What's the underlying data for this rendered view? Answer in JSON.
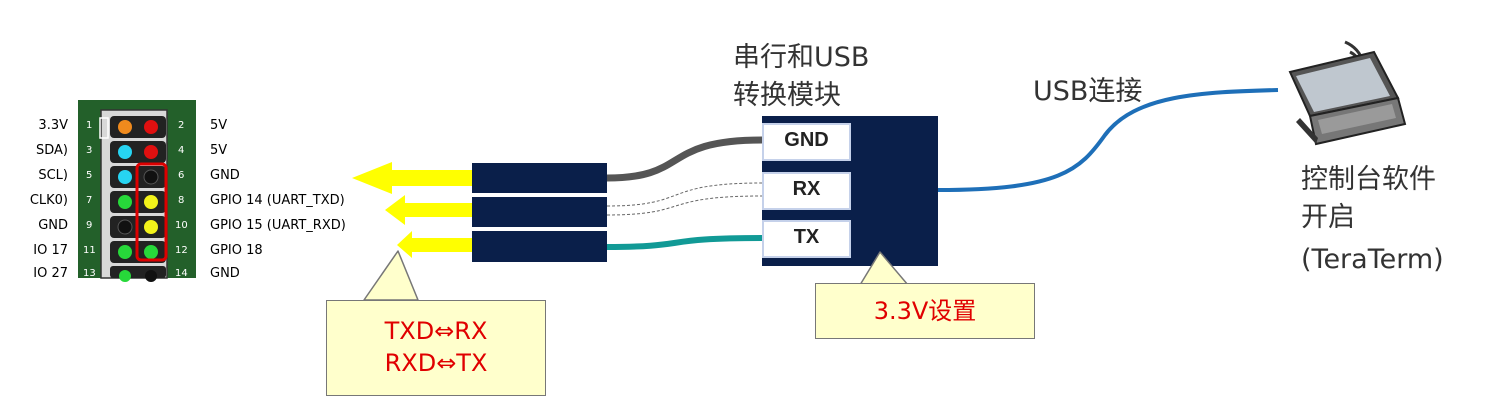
{
  "colors": {
    "header_bg": "#23602a",
    "module_bg": "#0a1f4a",
    "arrow": "#ffff00",
    "wire_gnd": "#555555",
    "wire_tx": "#119a96",
    "usb_cable": "#1e6fb8",
    "callout_bg": "#ffffcc",
    "callout_text": "#e00000",
    "highlight_box": "#dd0000"
  },
  "header": {
    "left_labels": [
      "3.3V",
      "SDA)",
      "SCL)",
      "CLK0)",
      "GND",
      "IO 17",
      "IO 27"
    ],
    "right_labels": [
      "5V",
      "5V",
      "GND",
      "GPIO 14 (UART_TXD)",
      "GPIO 15 (UART_RXD)",
      "GPIO 18",
      "GND"
    ],
    "odd_numbers": [
      "1",
      "3",
      "5",
      "7",
      "9",
      "11",
      "13"
    ],
    "even_numbers": [
      "2",
      "4",
      "6",
      "8",
      "10",
      "12",
      "14"
    ]
  },
  "module": {
    "title_line1": "串行和USB",
    "title_line2": "转换模块",
    "ports": [
      "GND",
      "RX",
      "TX"
    ]
  },
  "usb_label": "USB连接",
  "laptop": {
    "icon": "laptop-icon",
    "caption_line1": "控制台软件",
    "caption_line2": "开启",
    "caption_line3": "(TeraTerm)"
  },
  "callouts": {
    "swap_line1": "TXD⇔RX",
    "swap_line2": "RXD⇔TX",
    "voltage": "3.3V设置"
  }
}
